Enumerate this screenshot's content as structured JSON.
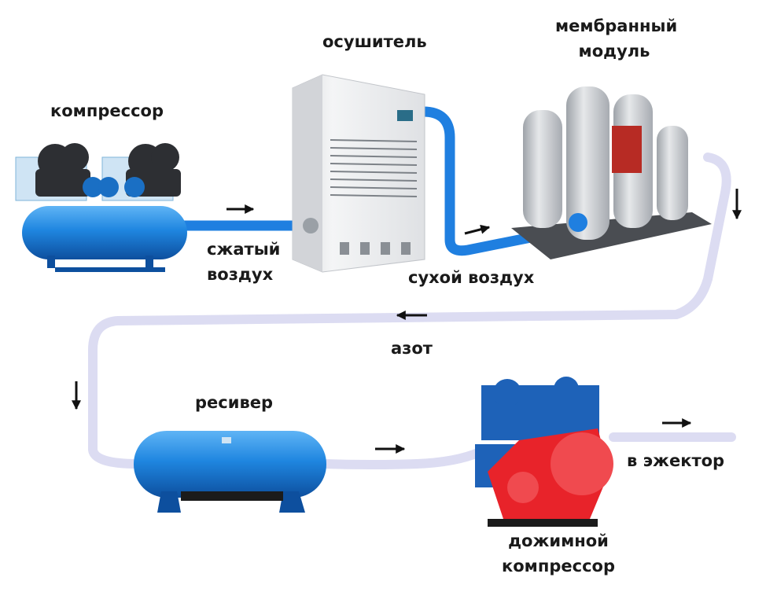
{
  "labels": {
    "compressor": "компрессор",
    "compressed_air_line1": "сжатый",
    "compressed_air_line2": "воздух",
    "dryer": "осушитель",
    "membrane_line1": "мембранный",
    "membrane_line2": "модуль",
    "dry_air": "сухой воздух",
    "nitrogen": "азот",
    "receiver": "ресивер",
    "booster_line1": "дожимной",
    "booster_line2": "компрессор",
    "to_ejector": "в эжектор"
  },
  "colors": {
    "air_pipe": "#1f7fe0",
    "nitrogen_pipe": "#dcdcf2",
    "vessel_blue": "#1f86e0",
    "dryer_body": "#e9eaec",
    "membrane_gray": "#c9ccd0",
    "booster_red": "#e8232a",
    "arrow": "#111111"
  }
}
